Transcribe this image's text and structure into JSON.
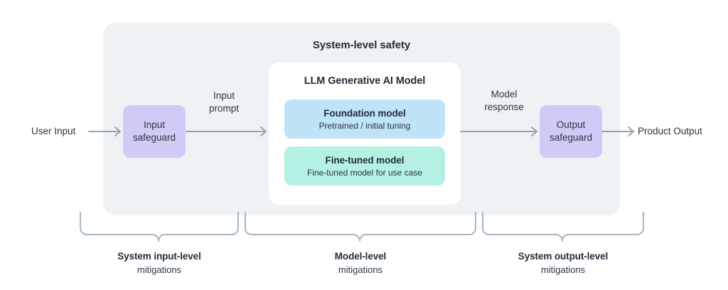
{
  "diagram": {
    "system_panel": {
      "title": "System-level safety",
      "bg_color": "#eef2f5"
    },
    "llm_card": {
      "title": "LLM Generative AI Model",
      "bg_color": "#ffffff",
      "models": [
        {
          "name": "Foundation model",
          "description": "Pretrained / initial tuning",
          "color": "#bfe3f7"
        },
        {
          "name": "Fine-tuned model",
          "description": "Fine-tuned model for use case",
          "color": "#b4f0e4"
        }
      ]
    },
    "safeguards": {
      "input": "Input\nsafeguard",
      "input_line1": "Input",
      "input_line2": "safeguard",
      "output_line1": "Output",
      "output_line2": "safeguard",
      "color": "#cfcbf6"
    },
    "endpoints": {
      "user_input": "User Input",
      "product_output": "Product Output"
    },
    "flow_labels": {
      "input_prompt_line1": "Input",
      "input_prompt_line2": "prompt",
      "model_response_line1": "Model",
      "model_response_line2": "response"
    },
    "arrow_color": "#93a3b0",
    "bracket_color": "#a7b6c2",
    "mitigations": [
      {
        "title": "System input-level",
        "subtitle": "mitigations"
      },
      {
        "title": "Model-level",
        "subtitle": "mitigations"
      },
      {
        "title": "System output-level",
        "subtitle": "mitigations"
      }
    ]
  }
}
